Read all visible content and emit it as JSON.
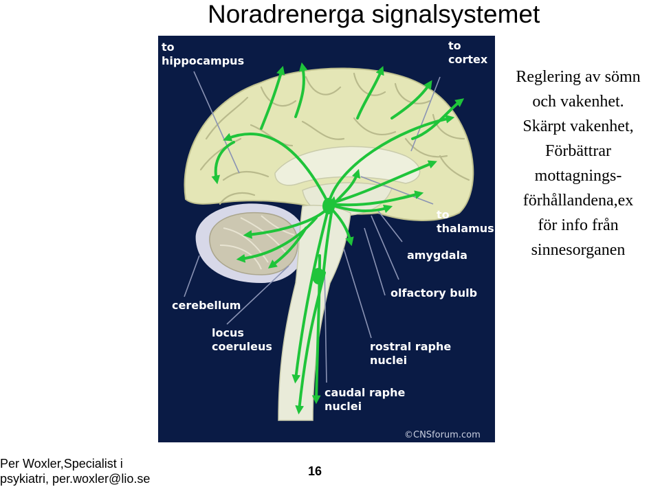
{
  "slide": {
    "title": "Noradrenerga signalsystemet",
    "page_number": "16"
  },
  "figure": {
    "labels": {
      "to_hippocampus": [
        "to",
        "hippocampus"
      ],
      "to_cortex": [
        "to",
        "cortex"
      ],
      "to_thalamus": [
        "to",
        "thalamus"
      ],
      "amygdala": "amygdala",
      "olfactory_bulb": "olfactory bulb",
      "cerebellum": "cerebellum",
      "locus_coeruleus": [
        "locus",
        "coeruleus"
      ],
      "rostral_raphe_nuclei": [
        "rostral raphe",
        "nuclei"
      ],
      "caudal_raphe_nuclei": [
        "caudal raphe",
        "nuclei"
      ]
    },
    "copyright": "©CNSforum.com",
    "colors": {
      "background": "#0a1b45",
      "cortex": "#e4e6b6",
      "cerebellum": "#ccc7b1",
      "brainstem": "#e9ebd9",
      "pathway": "#1fc43a"
    }
  },
  "caption": {
    "lines": [
      "Reglering av sömn",
      "och vakenhet.",
      "Skärpt vakenhet,",
      "Förbättrar",
      "mottagnings-",
      "förhållandena,ex",
      "för info från",
      "sinnesorganen"
    ]
  },
  "footer": {
    "lines": [
      "Per Woxler,Specialist i",
      "psykiatri, per.woxler@lio.se"
    ]
  }
}
